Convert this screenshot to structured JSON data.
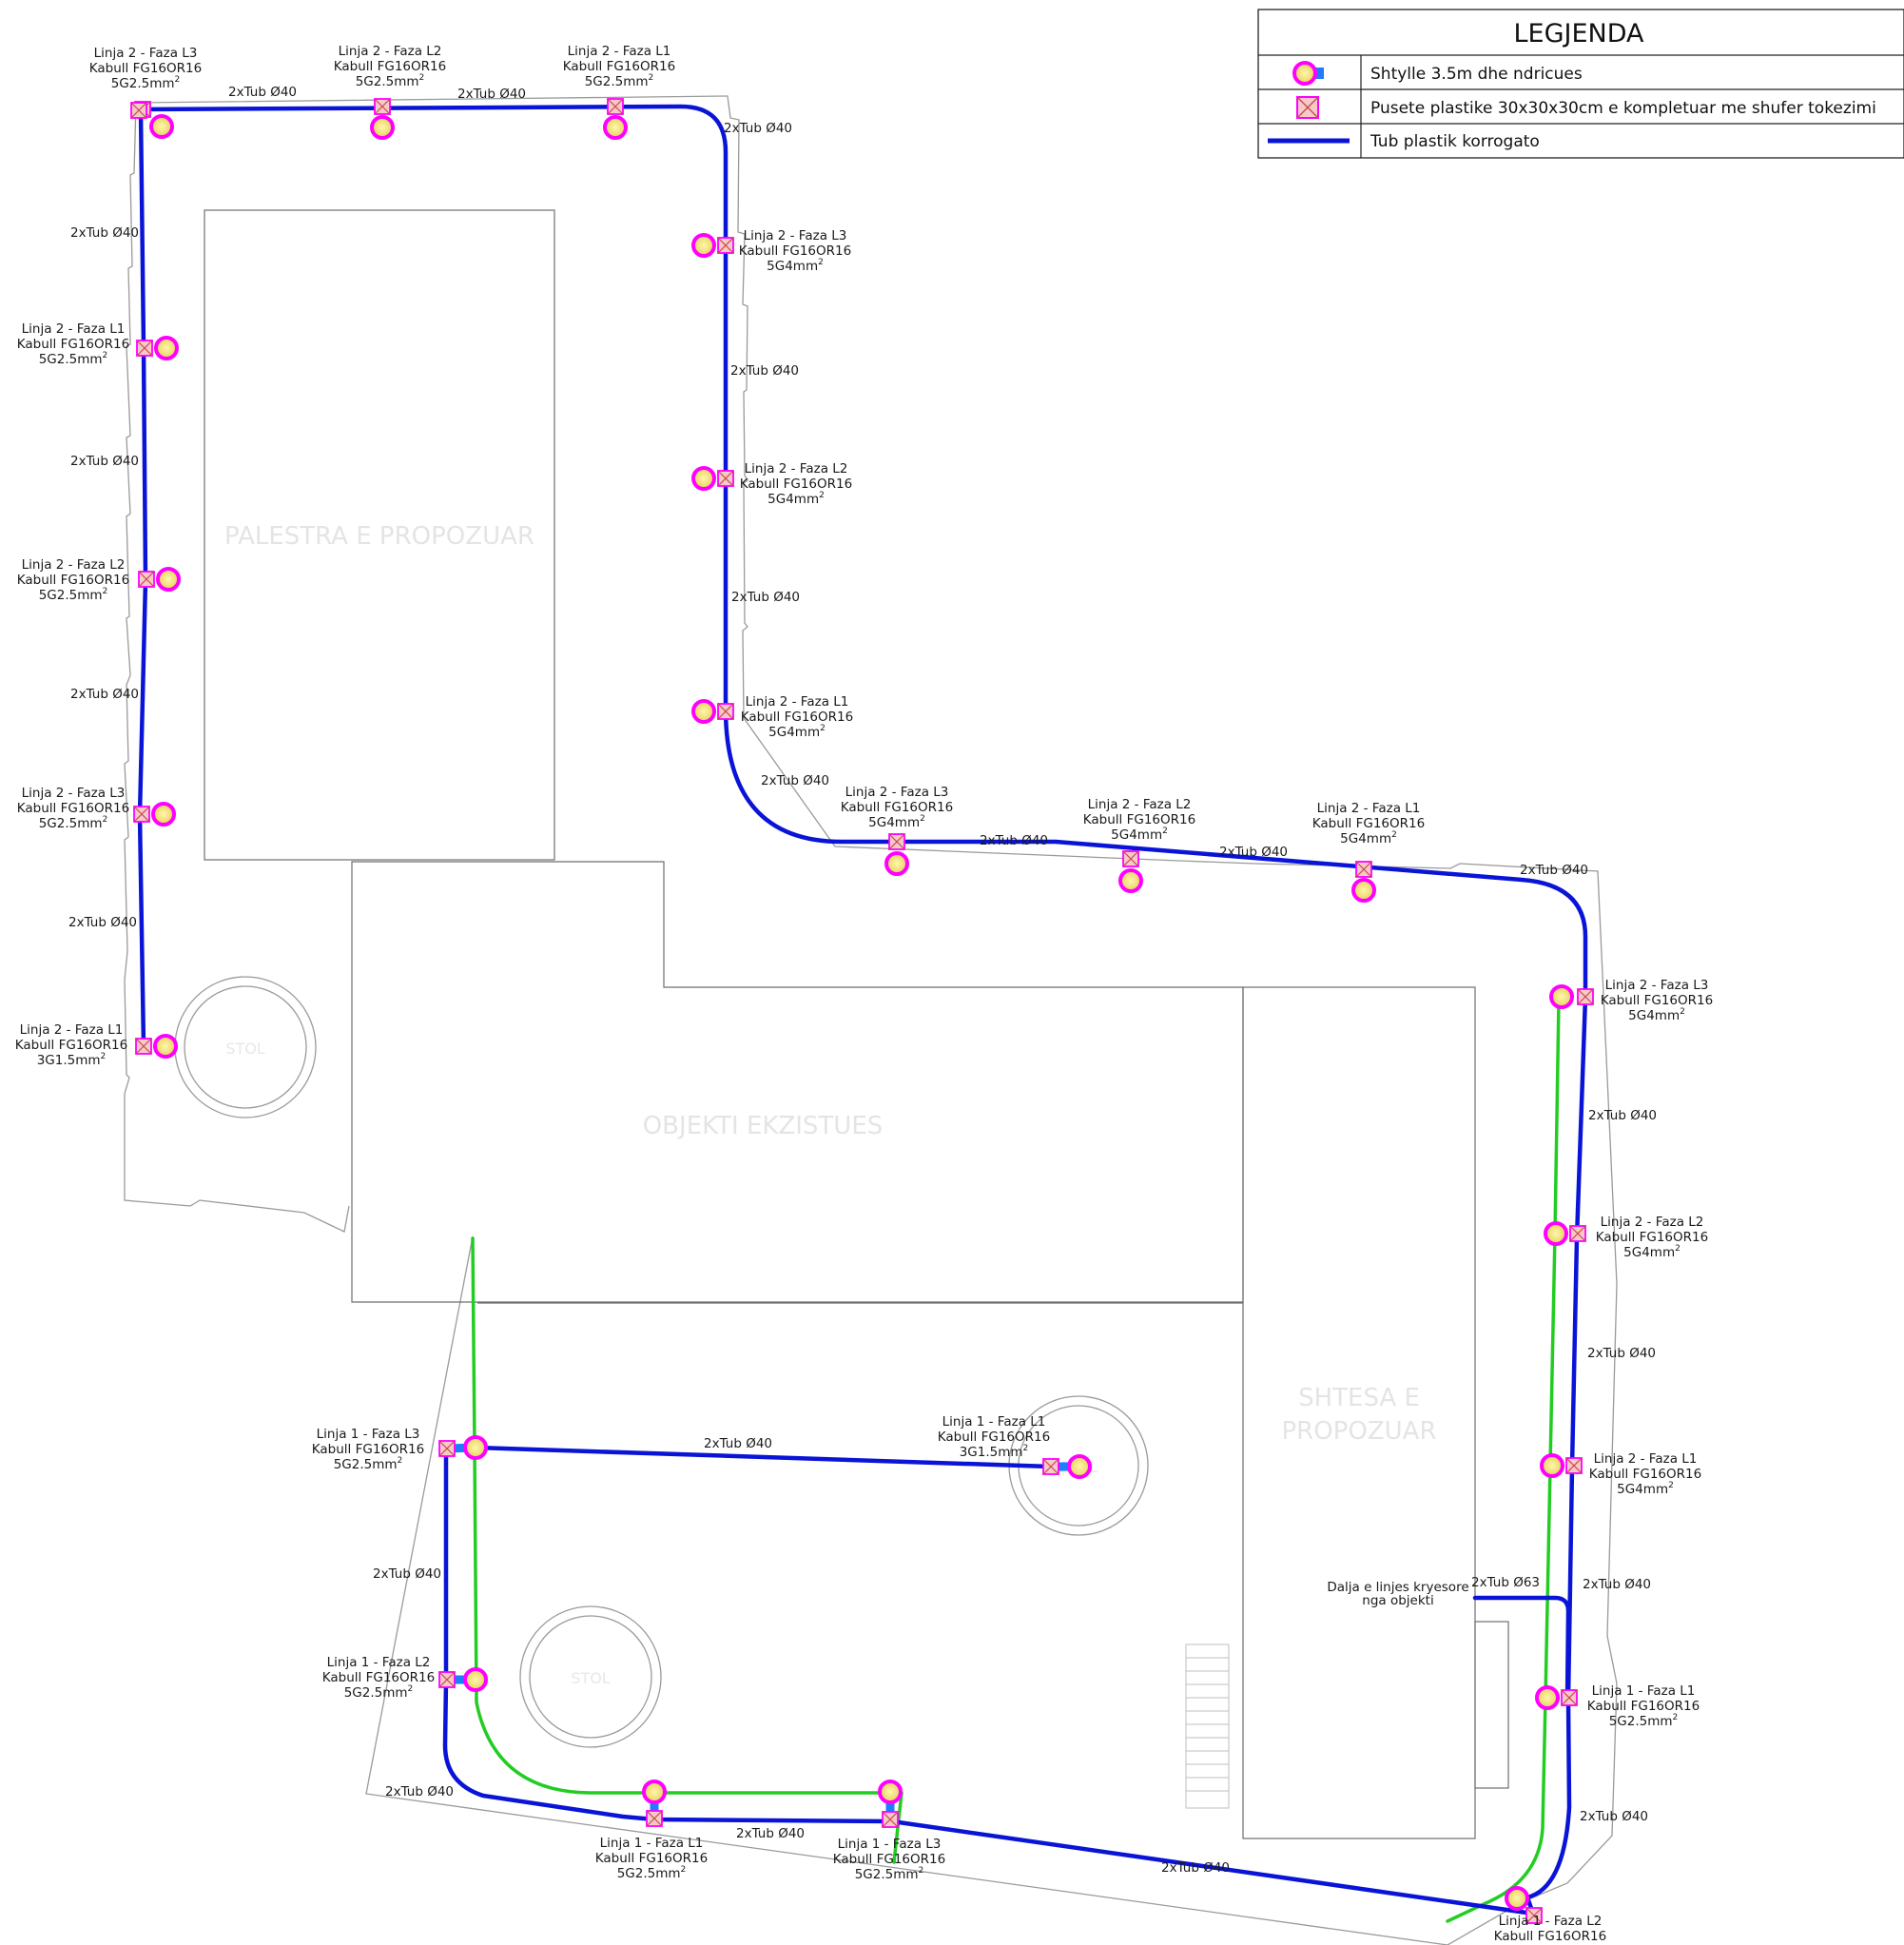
{
  "legend": {
    "title": "LEGJENDA",
    "items": [
      {
        "icon": "pole-light-icon",
        "text": "Shtylle 3.5m dhe ndricues"
      },
      {
        "icon": "manhole-box-icon",
        "text": "Pusete plastike 30x30x30cm e kompletuar me shufer tokezimi"
      },
      {
        "icon": "pipe-line-icon",
        "text": "Tub plastik korrogato"
      }
    ]
  },
  "areas": {
    "palestra": "PALESTRA E PROPOZUAR",
    "objekti": "OBJEKTI EKZISTUES",
    "shtesa_1": "SHTESA E",
    "shtesa_2": "PROPOZUAR",
    "stol_1": "STOL",
    "stol_2": "STOL",
    "stol_3": "STOL"
  },
  "exit_label": {
    "line1": "Dalja e linjes kryesore",
    "line2": "nga objekti"
  },
  "tubes": {
    "t40": "2xTub Ø40",
    "t63": "2xTub Ø63"
  },
  "labels": [
    {
      "line1": "Linja 2 - Faza L3",
      "line2": "Kabull FG16OR16",
      "cable": "5G2.5mm",
      "sup": "2"
    },
    {
      "line1": "Linja 2 - Faza L2",
      "line2": "Kabull FG16OR16",
      "cable": "5G2.5mm",
      "sup": "2"
    },
    {
      "line1": "Linja 2 - Faza L1",
      "line2": "Kabull FG16OR16",
      "cable": "5G2.5mm",
      "sup": "2"
    },
    {
      "line1": "Linja 2 - Faza L3",
      "line2": "Kabull FG16OR16",
      "cable": "5G4mm",
      "sup": "2"
    },
    {
      "line1": "Linja 2 - Faza L2",
      "line2": "Kabull FG16OR16",
      "cable": "5G4mm",
      "sup": "2"
    },
    {
      "line1": "Linja 2 - Faza L1",
      "line2": "Kabull FG16OR16",
      "cable": "5G4mm",
      "sup": "2"
    },
    {
      "line1": "Linja 2 - Faza L3",
      "line2": "Kabull FG16OR16",
      "cable": "5G4mm",
      "sup": "2"
    },
    {
      "line1": "Linja 2 - Faza L2",
      "line2": "Kabull FG16OR16",
      "cable": "5G4mm",
      "sup": "2"
    },
    {
      "line1": "Linja 2 - Faza L1",
      "line2": "Kabull FG16OR16",
      "cable": "5G4mm",
      "sup": "2"
    },
    {
      "line1": "Linja 2 - Faza L3",
      "line2": "Kabull FG16OR16",
      "cable": "5G4mm",
      "sup": "2"
    },
    {
      "line1": "Linja 2 - Faza L2",
      "line2": "Kabull FG16OR16",
      "cable": "5G4mm",
      "sup": "2"
    },
    {
      "line1": "Linja 2 - Faza L1",
      "line2": "Kabull FG16OR16",
      "cable": "5G4mm",
      "sup": "2"
    },
    {
      "line1": "Linja 2 - Faza L1",
      "line2": "Kabull FG16OR16",
      "cable": "5G2.5mm",
      "sup": "2"
    },
    {
      "line1": "Linja 2 - Faza L2",
      "line2": "Kabull FG16OR16",
      "cable": "5G2.5mm",
      "sup": "2"
    },
    {
      "line1": "Linja 2 - Faza L3",
      "line2": "Kabull FG16OR16",
      "cable": "5G2.5mm",
      "sup": "2"
    },
    {
      "line1": "Linja 2 - Faza L1",
      "line2": "Kabull FG16OR16",
      "cable": "3G1.5mm",
      "sup": "2"
    },
    {
      "line1": "Linja 1 - Faza L3",
      "line2": "Kabull FG16OR16",
      "cable": "5G2.5mm",
      "sup": "2"
    },
    {
      "line1": "Linja 1 - Faza L1",
      "line2": "Kabull FG16OR16",
      "cable": "3G1.5mm",
      "sup": "2"
    },
    {
      "line1": "Linja 1 - Faza L2",
      "line2": "Kabull FG16OR16",
      "cable": "5G2.5mm",
      "sup": "2"
    },
    {
      "line1": "Linja 1 - Faza L1",
      "line2": "Kabull FG16OR16",
      "cable": "5G2.5mm",
      "sup": "2"
    },
    {
      "line1": "Linja 1 - Faza L3",
      "line2": "Kabull FG16OR16",
      "cable": "5G2.5mm",
      "sup": "2"
    },
    {
      "line1": "Linja 1 - Faza L1",
      "line2": "Kabull FG16OR16",
      "cable": "5G2.5mm",
      "sup": "2"
    },
    {
      "line1": "Linja 1 - Faza L2",
      "line2": "Kabull FG16OR16",
      "cable": "",
      "sup": ""
    }
  ]
}
